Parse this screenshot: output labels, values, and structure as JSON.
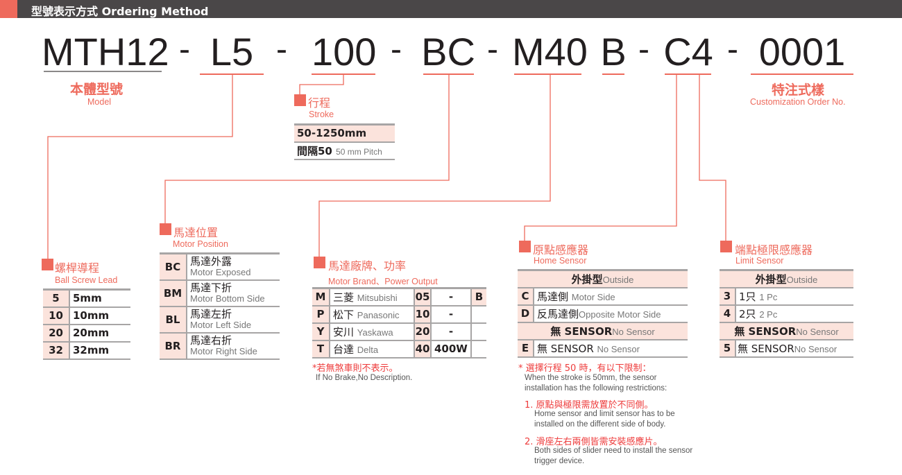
{
  "header": {
    "title": "型號表示方式 Ordering Method"
  },
  "code": {
    "model": "MTH12",
    "lead": "L5",
    "stroke": "100",
    "motor_position": "BC",
    "motor": "M40",
    "brake": "B",
    "sensor": "C4",
    "custom": "0001",
    "separator": "-"
  },
  "model": {
    "zh": "本體型號",
    "en": "Model"
  },
  "custom": {
    "zh": "特注式樣",
    "en": "Customization Order No."
  },
  "stroke": {
    "zh": "行程",
    "en": "Stroke",
    "range": "50-1250mm",
    "pitch_zh": "間隔50",
    "pitch_en": "50 mm Pitch"
  },
  "lead": {
    "zh": "螺桿導程",
    "en": "Ball Screw Lead",
    "rows": [
      {
        "code": "5",
        "value": "5mm"
      },
      {
        "code": "10",
        "value": "10mm"
      },
      {
        "code": "20",
        "value": "20mm"
      },
      {
        "code": "32",
        "value": "32mm"
      }
    ]
  },
  "position": {
    "zh": "馬達位置",
    "en": "Motor Position",
    "rows": [
      {
        "code": "BC",
        "zh": "馬達外露",
        "en": "Motor Exposed"
      },
      {
        "code": "BM",
        "zh": "馬達下折",
        "en": "Motor Bottom Side"
      },
      {
        "code": "BL",
        "zh": "馬達左折",
        "en": "Motor Left Side"
      },
      {
        "code": "BR",
        "zh": "馬達右折",
        "en": "Motor Right Side"
      }
    ]
  },
  "brand": {
    "zh": "馬達廠牌、功率",
    "en": "Motor Brand、Power Output",
    "brake_code": "B",
    "rows": [
      {
        "code": "M",
        "zh": "三菱",
        "en": "Mitsubishi",
        "p": "05",
        "w": "-"
      },
      {
        "code": "P",
        "zh": "松下",
        "en": "Panasonic",
        "p": "10",
        "w": "-"
      },
      {
        "code": "Y",
        "zh": "安川",
        "en": "Yaskawa",
        "p": "20",
        "w": "-"
      },
      {
        "code": "T",
        "zh": "台達",
        "en": "Delta",
        "p": "40",
        "w": "400W"
      }
    ],
    "note_zh": "*若無煞車則不表示。",
    "note_en": "If No Brake,No Description."
  },
  "home": {
    "zh": "原點感應器",
    "en": "Home Sensor",
    "outside_zh": "外掛型",
    "outside_en": "Outside",
    "rows": [
      {
        "code": "C",
        "zh": "馬達側",
        "en": "Motor Side"
      },
      {
        "code": "D",
        "zh": "反馬達側",
        "en": "Opposite Motor Side"
      }
    ],
    "none_zh": "無 SENSOR",
    "none_en": "No Sensor",
    "none_row": {
      "code": "E",
      "zh": "無 SENSOR",
      "en": "No Sensor"
    }
  },
  "limit": {
    "zh": "端點極限感應器",
    "en": "Limit Sensor",
    "outside_zh": "外掛型",
    "outside_en": "Outside",
    "rows": [
      {
        "code": "3",
        "zh": "1只",
        "en": "1 Pc"
      },
      {
        "code": "4",
        "zh": "2只",
        "en": "2 Pc"
      }
    ],
    "none_zh": "無 SENSOR",
    "none_en": "No Sensor",
    "none_row": {
      "code": "5",
      "zh": "無 SENSOR",
      "en": "No Sensor"
    }
  },
  "notes": {
    "title_zh": "* 選擇行程 50 時，有以下限制：",
    "title_en": "When the stroke is 50mm, the sensor installation has the following restrictions:",
    "n1_zh": "1. 原點與極限需放置於不同側。",
    "n1_en": "Home sensor and limit sensor has to be installed on the different side of body.",
    "n2_zh": "2. 滑座左右兩側皆需安裝感應片。",
    "n2_en": "Both sides of slider need to install the sensor trigger device."
  },
  "colors": {
    "accent": "#ee6a5c",
    "header_bg": "#4a4748",
    "cell_bg": "#fbe3dc",
    "note_red": "#ee3b3b"
  }
}
